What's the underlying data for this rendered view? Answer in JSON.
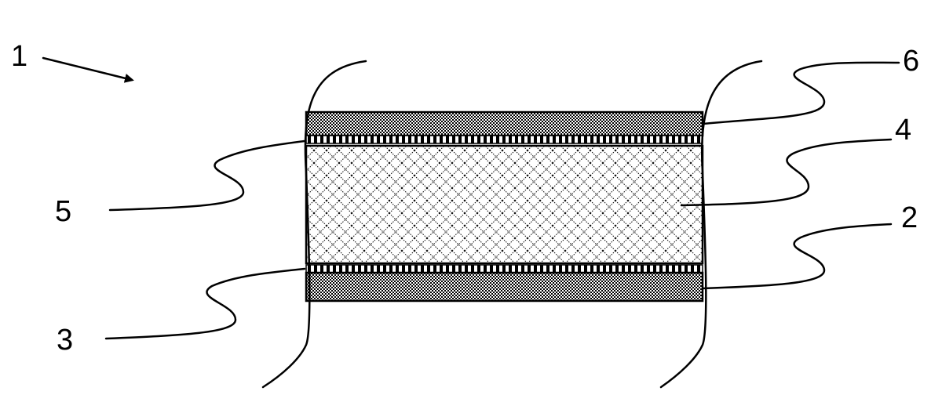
{
  "colors": {
    "ink": "#000000",
    "paper": "#ffffff"
  },
  "labels": {
    "assembly": "1",
    "bottom_outer_layer": "2",
    "bottom_bond_layer": "3",
    "core_layer": "4",
    "top_bond_layer": "5",
    "top_outer_layer": "6"
  }
}
